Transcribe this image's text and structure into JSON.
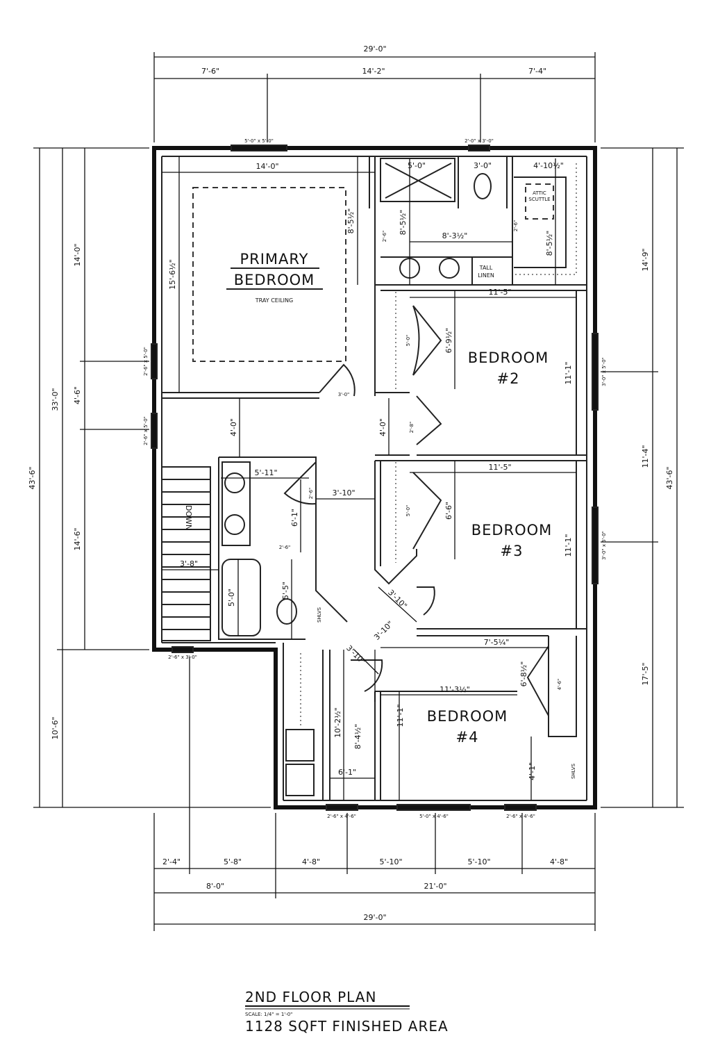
{
  "title": "2ND FLOOR PLAN",
  "scale": "SCALE: 1/4\" = 1'-0\"",
  "area": "1128 SQFT FINISHED AREA",
  "rooms": {
    "primary_line1": "PRIMARY",
    "primary_line2": "BEDROOM",
    "primary_note": "TRAY CEILING",
    "bed2_line1": "BEDROOM",
    "bed2_line2": "#2",
    "bed3_line1": "BEDROOM",
    "bed3_line2": "#3",
    "bed4_line1": "BEDROOM",
    "bed4_line2": "#4"
  },
  "labels": {
    "attic1": "ATTIC",
    "attic2": "SCUTTLE",
    "linen1": "TALL",
    "linen2": "LINEN",
    "shlvs": "SHLVS",
    "down": "DOWN"
  },
  "windows": {
    "w_primary_top": "5'-0\" x 5'-0\"",
    "w_bath_top": "2'-0\" x 3'-0\"",
    "w_left1": "2'-6\" x 5'-0\"",
    "w_left2": "2'-6\" x 5'-0\"",
    "w_stair": "2'-6\" x 3'-0\"",
    "w_right2": "3'-0\" x 5'-0\"",
    "w_right3": "3'-0\" x 5'-0\"",
    "w_bot1": "2'-6\" x 4'-6\"",
    "w_bot2": "5'-0\" x 4'-6\"",
    "w_bot3": "2'-6\" x 4'-6\""
  },
  "dims": {
    "top_total": "29'-0\"",
    "top_a": "7'-6\"",
    "top_b": "14'-2\"",
    "top_c": "7'-4\"",
    "bot_a": "2'-4\"",
    "bot_b": "5'-8\"",
    "bot_c": "4'-8\"",
    "bot_d": "5'-10\"",
    "bot_e": "5'-10\"",
    "bot_f": "4'-8\"",
    "bot_g": "8'-0\"",
    "bot_h": "21'-0\"",
    "bot_total": "29'-0\"",
    "left_total": "43'-6\"",
    "left_33": "33'-0\"",
    "left_a": "14'-0\"",
    "left_b": "4'-6\"",
    "left_c": "14'-6\"",
    "left_d": "10'-6\"",
    "right_total": "43'-6\"",
    "right_a": "14'-9\"",
    "right_b": "11'-4\"",
    "right_c": "17'-5\"",
    "primary_w": "14'-0\"",
    "primary_h": "15'-6½\"",
    "primary_closet": "8'-5½\"",
    "shower": "5'-0\"",
    "wc": "3'-0\"",
    "attic_w": "4'-10½\"",
    "bath_h": "8'-5½\"",
    "bath_h2": "8'-5½\"",
    "vanity_w": "8'-3½\"",
    "door_2_6a": "2'-6\"",
    "door_2_6b": "2'-6\"",
    "bed2_w": "11'-5\"",
    "bed2_closet": "6'-9½\"",
    "bed2_closet_d": "5'-0\"",
    "bed2_h": "11'-1\"",
    "hall_w": "3'-0\"",
    "hall_h": "4'-0\"",
    "hall_h2": "4'-0\"",
    "door_2_8": "2'-8\"",
    "bath2_w": "5'-11\"",
    "bath2_door": "2'-6\"",
    "bath2_h": "6'-1\"",
    "bath2_door2": "2'-6\"",
    "hall_3_10": "3'-10\"",
    "tub": "5'-0\"",
    "wc2": "5'-5\"",
    "stair_w": "3'-8\"",
    "bed3_w": "11'-5\"",
    "bed3_closet": "6'-6\"",
    "bed3_closet_d": "5'-0\"",
    "bed3_h": "11'-1\"",
    "angle_a": "3'-10\"",
    "angle_b": "3'-10\"",
    "angle_c": "3'-10\"",
    "bed4_w": "7'-5¼\"",
    "bed4_closet": "6'-8½\"",
    "bed4_closet_d": "4'-6\"",
    "bed4_w2": "11'-3½\"",
    "bed4_h": "11'-1\"",
    "bed4_h2": "4'-1\"",
    "laundry_h": "10'-2½\"",
    "laundry_h2": "8'-4½\"",
    "laundry_w": "6'-1\""
  }
}
